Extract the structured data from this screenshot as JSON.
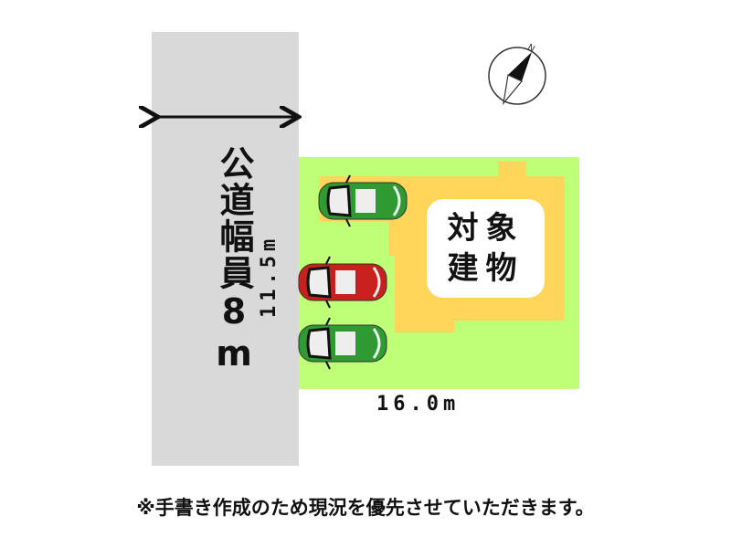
{
  "road": {
    "label": "公道幅員8m"
  },
  "lot": {
    "width_label": "16.0m",
    "depth_label": "11.5m"
  },
  "building": {
    "label": "対象建物"
  },
  "compass": {
    "north_label": "N",
    "icon": "north-arrow-icon"
  },
  "cars": [
    {
      "color": "#2f9a32"
    },
    {
      "color": "#c8201c"
    },
    {
      "color": "#2f9a32"
    }
  ],
  "colors": {
    "road": "#d9d9d9",
    "lot": "#bfff77",
    "building_area": "#ffd65a"
  },
  "note": "※手書き作成のため現況を優先させていただきます。"
}
